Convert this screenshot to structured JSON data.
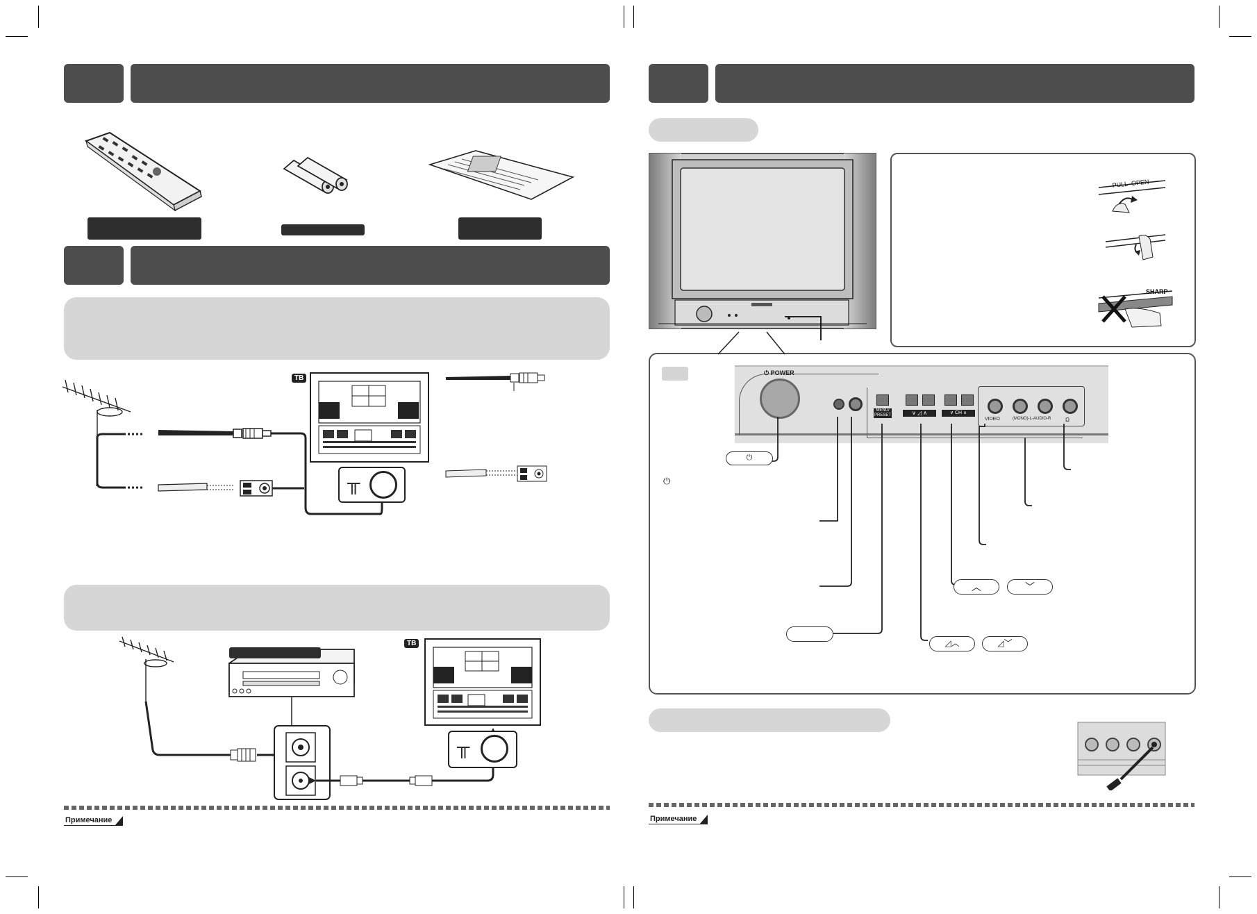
{
  "labels": {
    "tv_tag_1": "ТВ",
    "tv_tag_2": "ТВ",
    "note_left": "Примечание",
    "note_right": "Примечание",
    "power": "POWER",
    "pull_open": "PULL–OPEN",
    "brand": "SHARP",
    "panel_menu": "MENU/ PRESET",
    "panel_ch": "CH",
    "panel_video": "VIDEO",
    "panel_audio": "(MONO)-L-AUDIO-R",
    "panel_phones": "Ω"
  },
  "icons": {
    "power_symbol": "power-icon",
    "antenna": "antenna-icon",
    "remote": "remote-control-icon",
    "batteries": "batteries-icon",
    "manual": "manual-icon",
    "vcr": "vcr-icon",
    "headphone_plug": "headphone-plug-icon",
    "cross": "cross-mark-icon"
  },
  "colors": {
    "header_dark": "#4d4d4d",
    "pill_dark": "#2e2e2e",
    "pill_grey": "#d6d6d6",
    "line": "#222222"
  }
}
